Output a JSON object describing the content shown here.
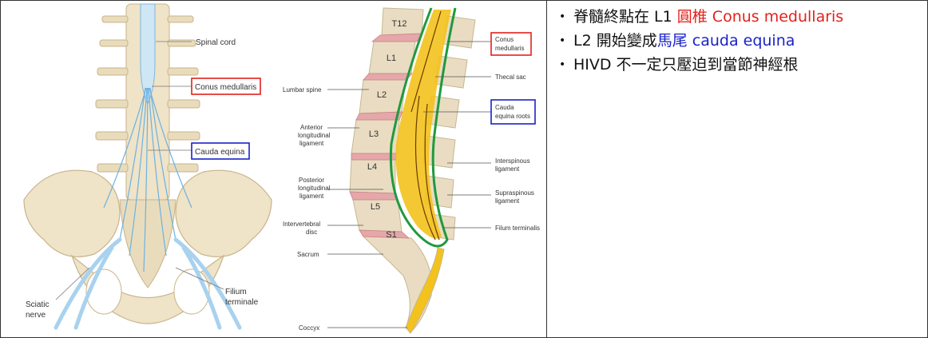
{
  "left_figure": {
    "spinal_cord": "Spinal cord",
    "conus": "Conus medullaris",
    "cauda": "Cauda equina",
    "sciatic_line1": "Sciatic",
    "sciatic_line2": "nerve",
    "filium_line1": "Filium",
    "filium_line2": "terminale"
  },
  "middle_figure": {
    "vertebrae": [
      "T12",
      "L1",
      "L2",
      "L3",
      "L4",
      "L5",
      "S1"
    ],
    "left_labels": {
      "lumbar_spine": "Lumbar spine",
      "anterior_1": "Anterior",
      "anterior_2": "longitudinal",
      "anterior_3": "ligament",
      "posterior_1": "Posterior",
      "posterior_2": "longitudinal",
      "posterior_3": "ligament",
      "iv_1": "Intervertebral",
      "iv_2": "disc",
      "sacrum": "Sacrum",
      "coccyx": "Coccyx"
    },
    "right_labels": {
      "conus_1": "Conus",
      "conus_2": "medullaris",
      "thecal": "Thecal sac",
      "cauda_1": "Cauda",
      "cauda_2": "equina roots",
      "interspinous_1": "Interspinous",
      "interspinous_2": "ligament",
      "supraspinous_1": "Supraspinous",
      "supraspinous_2": "ligament",
      "filum": "Filum terminalis"
    }
  },
  "bullets": {
    "b1_pre": "脊髓終點在 L1 ",
    "b1_red": "圓椎 Conus medullaris",
    "b2_pre": "L2 開始變成",
    "b2_blue": "馬尾 cauda equina",
    "b3": "HIVD 不一定只壓迫到當節神經根"
  },
  "colors": {
    "highlight_red": "#e3211c",
    "highlight_blue": "#1a22c8",
    "bone": "#efe3c8",
    "nerve": "#8fc6e8",
    "disc": "#e5a7a9",
    "thecal_green": "#1f9a3e",
    "cauda_yellow": "#f3c21c"
  }
}
